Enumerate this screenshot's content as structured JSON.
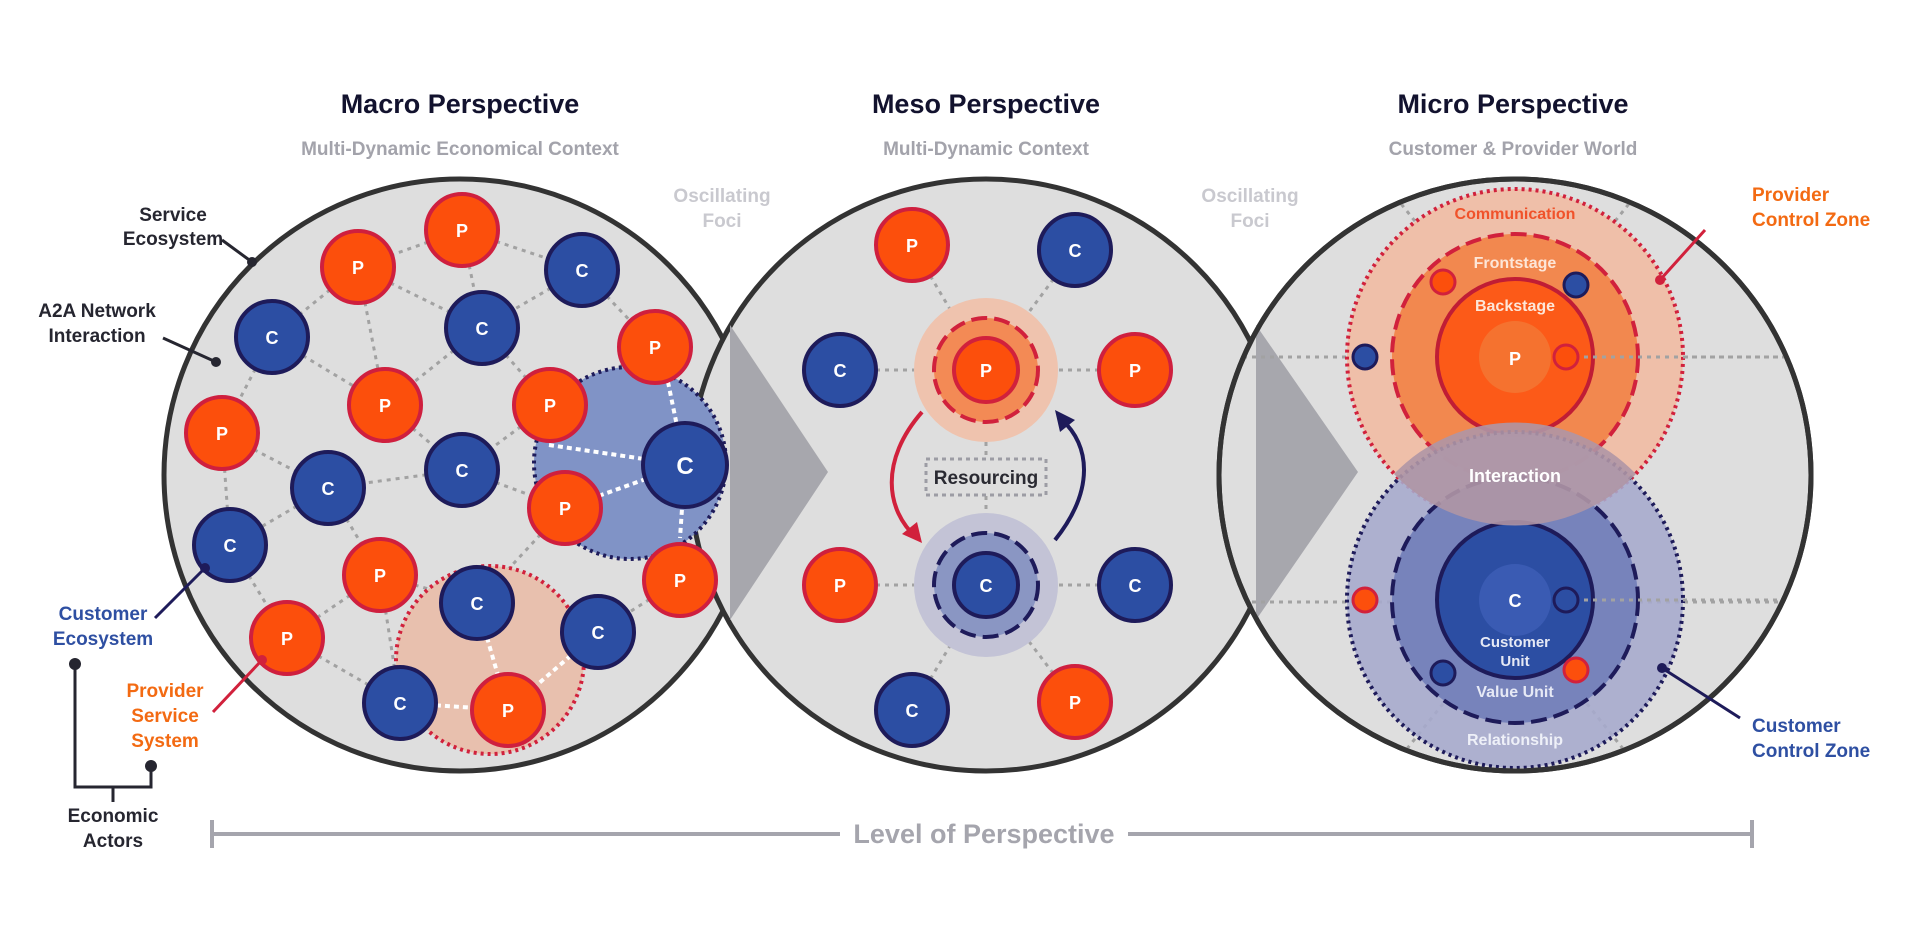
{
  "macro": {
    "title": "Macro Perspective",
    "subtitle": "Multi-Dynamic Economical Context"
  },
  "meso": {
    "title": "Meso Perspective",
    "subtitle": "Multi-Dynamic Context",
    "resourcing": "Resourcing"
  },
  "micro": {
    "title": "Micro Perspective",
    "subtitle": "Customer & Provider World",
    "zones": {
      "communication": "Communication",
      "frontstage": "Frontstage",
      "backstage": "Backstage",
      "interaction": "Interaction",
      "customer_unit_line1": "Customer",
      "customer_unit_line2": "Unit",
      "value_unit": "Value Unit",
      "relationship": "Relationship"
    }
  },
  "oscillating_foci": {
    "line1": "Oscillating",
    "line2": "Foci"
  },
  "labels": {
    "service_ecosystem_1": "Service",
    "service_ecosystem_2": "Ecosystem",
    "a2a_1": "A2A Network",
    "a2a_2": "Interaction",
    "customer_ecosystem_1": "Customer",
    "customer_ecosystem_2": "Ecosystem",
    "provider_service_1": "Provider",
    "provider_service_2": "Service",
    "provider_service_3": "System",
    "economic_actors_1": "Economic",
    "economic_actors_2": "Actors",
    "provider_control_1": "Provider",
    "provider_control_2": "Control Zone",
    "customer_control_1": "Customer",
    "customer_control_2": "Control Zone"
  },
  "node_letters": {
    "provider": "P",
    "customer": "C"
  },
  "level_of_perspective": "Level of Perspective",
  "colors": {
    "provider": "#fc4f0c",
    "provider_ring": "#cf1f3e",
    "customer": "#2c4ea3",
    "customer_ring": "#1e1b5a",
    "circle_fill": "#dedede",
    "circle_stroke": "#333333"
  }
}
